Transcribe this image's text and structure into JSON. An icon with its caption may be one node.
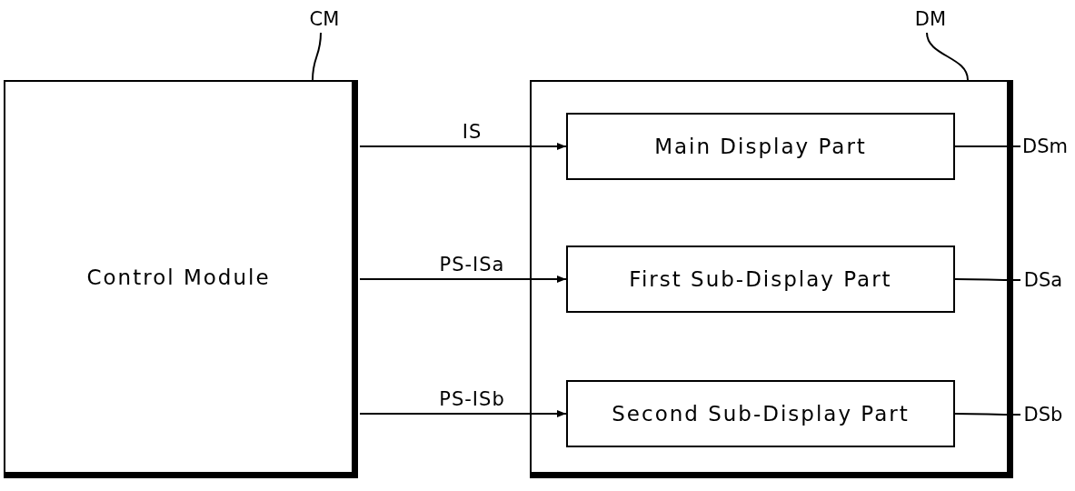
{
  "diagram": {
    "nodes": [
      {
        "text": [
          "Control Module"
        ]
      },
      {
        "text": [],
        "shape": "box"
      },
      {
        "text": [
          "Main Display Part"
        ],
        "in": 1
      },
      {
        "text": [
          "First Sub-Display Part"
        ],
        "in": 1
      },
      {
        "text": [
          "Second Sub-Display Part"
        ],
        "in": 1
      },
      {
        "text": [
          "CM"
        ]
      },
      {
        "text": [
          "DM"
        ]
      },
      {
        "text": [
          "DSm"
        ]
      },
      {
        "text": [
          "DSa"
        ]
      },
      {
        "text": [
          "DSb"
        ]
      }
    ],
    "edges": [
      {
        "from": 0,
        "to": 2,
        "arrow": "to",
        "label": "IS"
      },
      {
        "from": 0,
        "to": 3,
        "arrow": "to",
        "label": "PS-ISa"
      },
      {
        "from": 0,
        "to": 4,
        "arrow": "to",
        "label": "PS-ISb"
      },
      {
        "from": 5,
        "to": 0,
        "arrow": "none"
      },
      {
        "from": 6,
        "to": 1,
        "arrow": "none"
      },
      {
        "from": 7,
        "to": 2,
        "arrow": "none"
      },
      {
        "from": 8,
        "to": 3,
        "arrow": "none"
      },
      {
        "from": 9,
        "to": 4,
        "arrow": "none"
      }
    ]
  }
}
